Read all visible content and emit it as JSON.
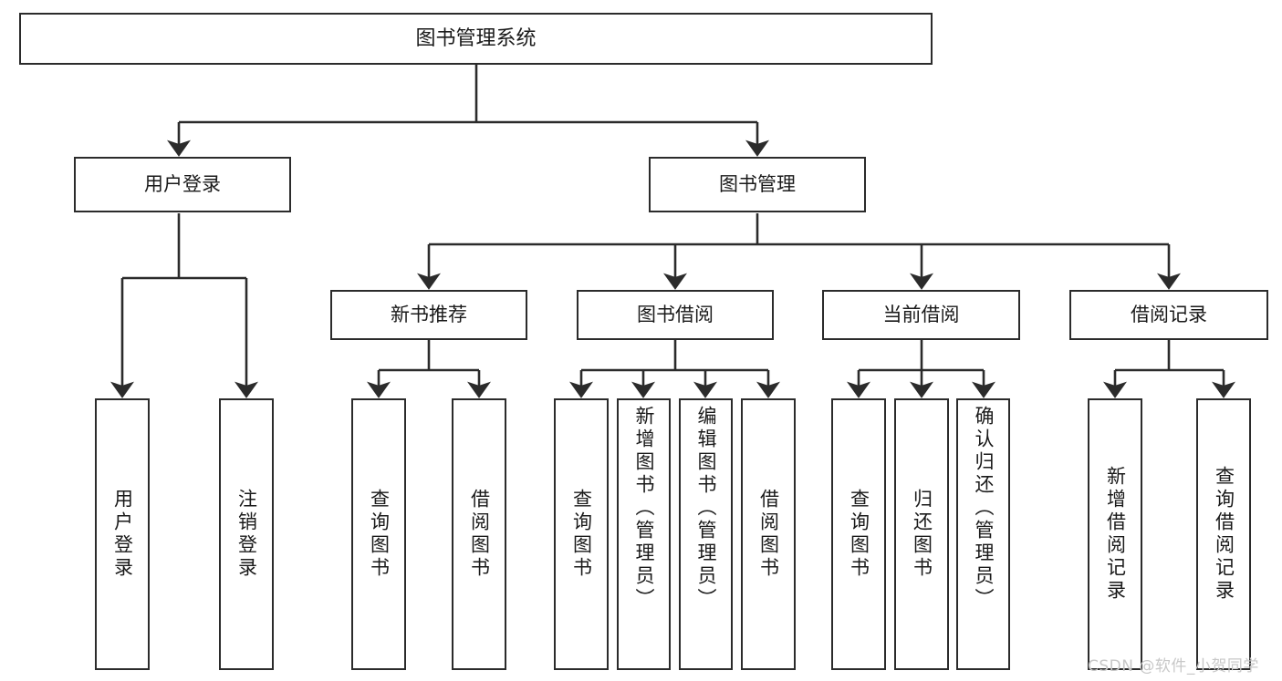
{
  "diagram": {
    "title": "图书管理系统",
    "type": "tree-hierarchy-diagram",
    "colors": {
      "box_border": "#2b2b2b",
      "box_fill": "#ffffff",
      "connector": "#2b2b2b",
      "text": "#1a1a1a",
      "watermark": "#c8c8c8",
      "background": "#ffffff"
    },
    "root": {
      "label": "图书管理系统"
    },
    "level1": [
      {
        "label": "用户登录"
      },
      {
        "label": "图书管理"
      }
    ],
    "level2": [
      {
        "label": "新书推荐"
      },
      {
        "label": "图书借阅"
      },
      {
        "label": "当前借阅"
      },
      {
        "label": "借阅记录"
      }
    ],
    "leaves": {
      "user_login": [
        {
          "label": "用户登录"
        },
        {
          "label": "注销登录"
        }
      ],
      "new_book_recommend": [
        {
          "label": "查询图书"
        },
        {
          "label": "借阅图书"
        }
      ],
      "book_borrow": [
        {
          "label": "查询图书"
        },
        {
          "label": "新增图书（管理员）"
        },
        {
          "label": "编辑图书（管理员）"
        },
        {
          "label": "借阅图书"
        }
      ],
      "current_borrow": [
        {
          "label": "查询图书"
        },
        {
          "label": "归还图书"
        },
        {
          "label": "确认归还（管理员）"
        }
      ],
      "borrow_records": [
        {
          "label": "新增借阅记录"
        },
        {
          "label": "查询借阅记录"
        }
      ]
    }
  },
  "watermark": {
    "text": "CSDN @软件_小贺同学"
  }
}
